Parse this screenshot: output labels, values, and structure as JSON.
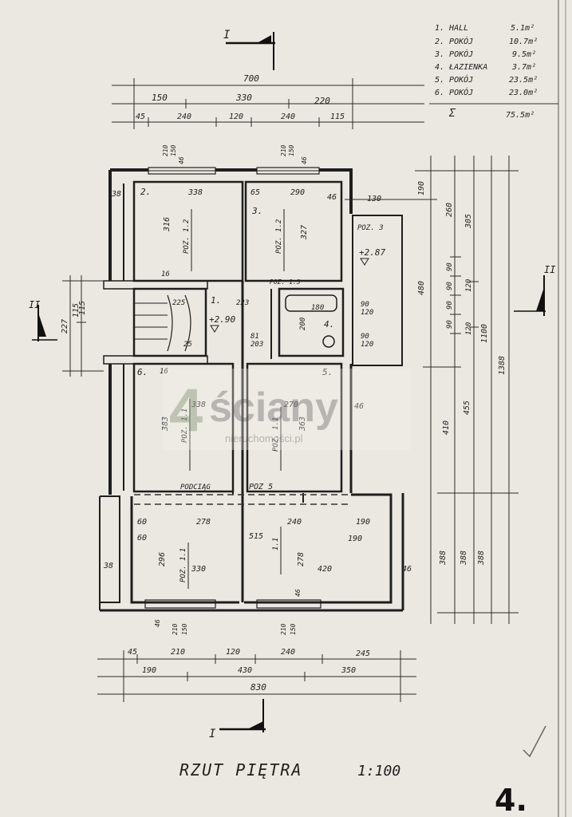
{
  "legend": {
    "rooms": [
      {
        "label": "1. HALL",
        "area": "5.1m²"
      },
      {
        "label": "2. POKÓJ",
        "area": "10.7m²"
      },
      {
        "label": "3. POKÓJ",
        "area": "9.5m²"
      },
      {
        "label": "4. ŁAZIENKA",
        "area": "3.7m²"
      },
      {
        "label": "5. POKÓJ",
        "area": "23.5m²"
      },
      {
        "label": "6. POKÓJ",
        "area": "23.0m²"
      }
    ],
    "sum_symbol": "Σ",
    "sum_value": "75.5m²"
  },
  "title": {
    "text": "RZUT PIĘTRA",
    "scale": "1:100"
  },
  "page_number": "4.",
  "watermark": {
    "brand_num": "4",
    "brand_name": "ściany",
    "sub": "nieruchomości.pl"
  },
  "sections": {
    "I_top": "I",
    "I_bottom": "I",
    "II_left": "II",
    "II_right": "II"
  },
  "top_dims": {
    "row1": [
      "700"
    ],
    "row2": [
      "150",
      "330",
      "220"
    ],
    "row3": [
      "45",
      "240",
      "120",
      "240",
      "115"
    ]
  },
  "bottom_dims": {
    "row1": [
      "45",
      "210",
      "120",
      "240",
      "245"
    ],
    "row2": [
      "190",
      "430",
      "350"
    ],
    "row3": [
      "830"
    ]
  },
  "right_dims": {
    "col1": [
      "190",
      "480",
      "410",
      "388"
    ],
    "col2": [
      "260",
      "90",
      "90",
      "90",
      "90",
      "455",
      "388"
    ],
    "col3": [
      "305",
      "120",
      "120",
      "1100",
      "388"
    ],
    "col4": [
      "1388"
    ]
  },
  "left_dims": [
    "227",
    "115",
    "115"
  ],
  "rooms": {
    "r1": {
      "num": "1.",
      "dims": [
        "225",
        "223",
        "81",
        "203"
      ]
    },
    "r2": {
      "num": "2.",
      "dims": [
        "338",
        "316",
        "16"
      ]
    },
    "r3": {
      "num": "3.",
      "dims": [
        "290",
        "327",
        "65",
        "46"
      ]
    },
    "r4": {
      "num": "4.",
      "dims": [
        "180",
        "200",
        "90",
        "120"
      ]
    },
    "r5": {
      "num": "5.",
      "dims": [
        "270",
        "363",
        "46"
      ]
    },
    "r6": {
      "num": "6.",
      "dims": [
        "338",
        "383",
        "16"
      ]
    },
    "bottom": {
      "dims": [
        "278",
        "515",
        "240",
        "296",
        "330",
        "420",
        "278",
        "190",
        "190",
        "60",
        "60",
        "38",
        "46"
      ]
    }
  },
  "labels": {
    "level1": "+2.87",
    "level2": "+2.90",
    "poz3": "POZ. 3",
    "poz5": "POZ 5",
    "podciag": "PODCIĄG",
    "poz12a": "POZ. 1.2",
    "poz12b": "POZ. 1.2",
    "poz13": "POZ. 1.3",
    "poz11a": "POZ. 1.1",
    "poz11b": "POZ. 1.1",
    "poz11c": "POZ. 1.1",
    "poz11d": "1.1",
    "window_dims": [
      "210",
      "150",
      "46",
      "210",
      "150",
      "46",
      "46",
      "210",
      "150",
      "210",
      "150",
      "46"
    ],
    "stair": "25",
    "d130": "130",
    "d38": "38",
    "d65": "65",
    "d91": "90",
    "d120": "120"
  }
}
